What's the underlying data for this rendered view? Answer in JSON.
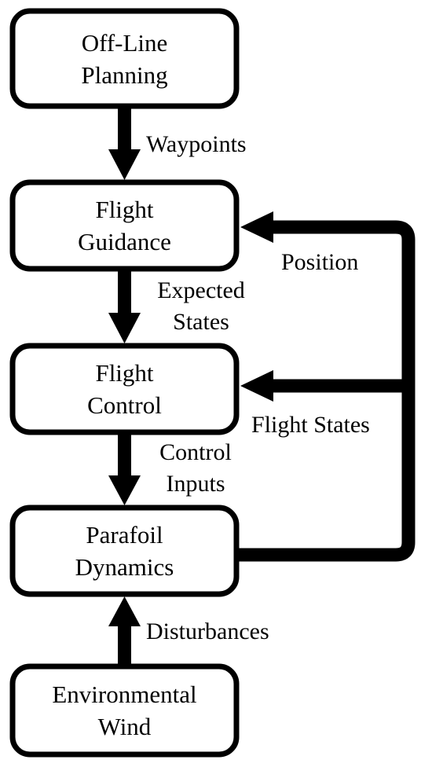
{
  "nodes": {
    "offline_planning": {
      "line1": "Off-Line",
      "line2": "Planning"
    },
    "flight_guidance": {
      "line1": "Flight",
      "line2": "Guidance"
    },
    "flight_control": {
      "line1": "Flight",
      "line2": "Control"
    },
    "parafoil_dynamics": {
      "line1": "Parafoil",
      "line2": "Dynamics"
    },
    "environmental_wind": {
      "line1": "Environmental",
      "line2": "Wind"
    }
  },
  "edges": {
    "waypoints": "Waypoints",
    "expected_states": {
      "line1": "Expected",
      "line2": "States"
    },
    "control_inputs": {
      "line1": "Control",
      "line2": "Inputs"
    },
    "disturbances": "Disturbances",
    "position": "Position",
    "flight_states": "Flight States"
  },
  "colors": {
    "stroke": "#000000",
    "fill": "#ffffff",
    "text": "#000000"
  }
}
